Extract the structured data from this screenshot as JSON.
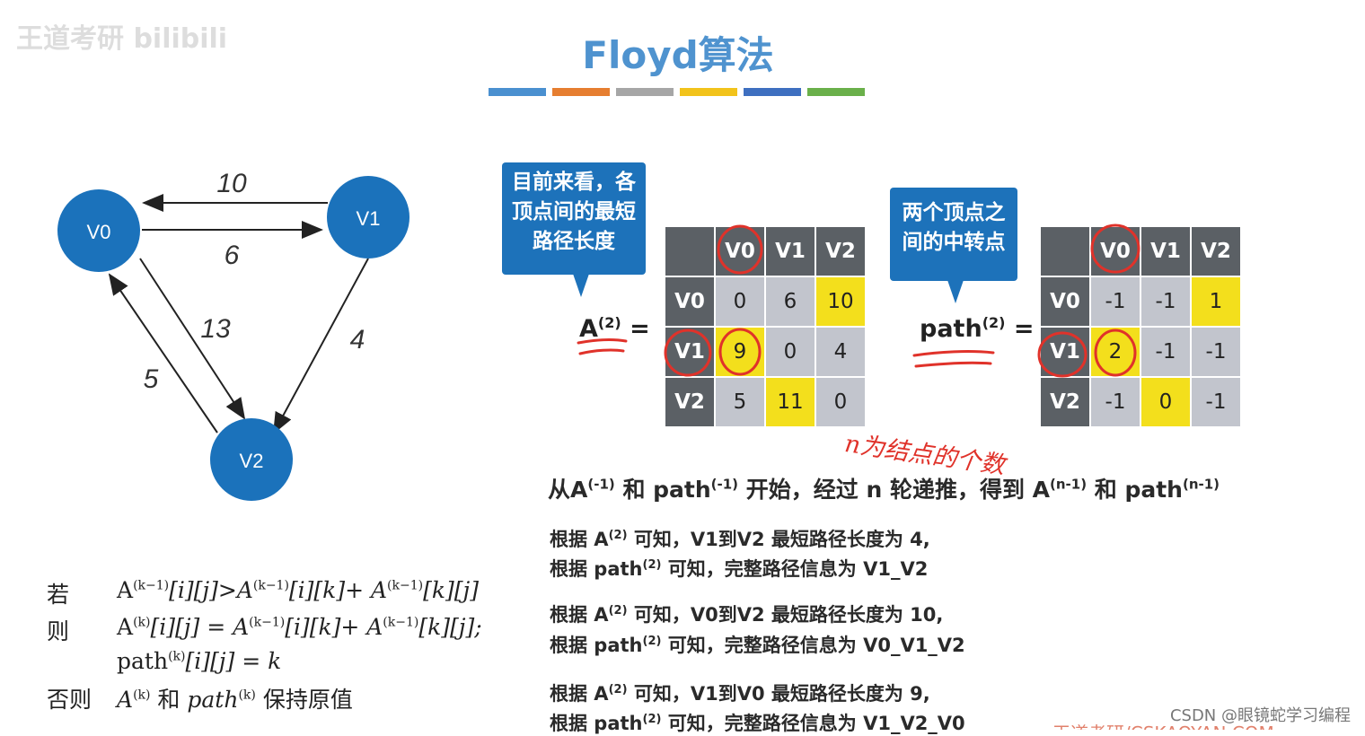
{
  "slide": {
    "title": "Floyd算法",
    "stripe_colors": [
      "#4a90d0",
      "#e67e30",
      "#a6a6a6",
      "#f2c31b",
      "#3e6fc0",
      "#6ab04a"
    ],
    "watermark": "王道考研 bilibili"
  },
  "graph": {
    "nodes": [
      "V0",
      "V1",
      "V2"
    ],
    "edge_weights": {
      "v1_to_v0": "10",
      "v0_to_v1": "6",
      "v0_to_v2": "13",
      "v1_to_v2": "4",
      "v2_to_v0": "5"
    },
    "node_color": "#1b72bb"
  },
  "callouts": {
    "a_matrix": [
      "目前来看，各",
      "顶点间的最短",
      "路径长度"
    ],
    "path_matrix": [
      "两个顶点之",
      "间的中转点"
    ]
  },
  "matrices": {
    "a": {
      "label": "A",
      "superscript": "(2)",
      "equals": "=",
      "headers": [
        "V0",
        "V1",
        "V2"
      ],
      "rows": [
        {
          "label": "V0",
          "values": [
            "0",
            "6",
            "10"
          ]
        },
        {
          "label": "V1",
          "values": [
            "9",
            "0",
            "4"
          ]
        },
        {
          "label": "V2",
          "values": [
            "5",
            "11",
            "0"
          ]
        }
      ]
    },
    "path": {
      "label": "path",
      "superscript": "(2)",
      "equals": "=",
      "headers": [
        "V0",
        "V1",
        "V2"
      ],
      "rows": [
        {
          "label": "V0",
          "values": [
            "-1",
            "-1",
            "1"
          ]
        },
        {
          "label": "V1",
          "values": [
            "2",
            "-1",
            "-1"
          ]
        },
        {
          "label": "V2",
          "values": [
            "-1",
            "0",
            "-1"
          ]
        }
      ]
    }
  },
  "handnote": "n为结点的个数",
  "iteration_text": {
    "p1": "从A",
    "s1": "(-1)",
    "p2": " 和 path",
    "s2": "(-1)",
    "p3": " 开始，经过 n 轮递推，得到 A",
    "s3": "(n-1)",
    "p4": " 和 path",
    "s4": "(n-1)"
  },
  "results": [
    {
      "len_a": "根据 A",
      "len_sup": "(2)",
      "len_b": " 可知，V1到V2 最短路径长度为 4,",
      "path_a": "根据 path",
      "path_sup": "(2)",
      "path_b": "  可知，完整路径信息为 V1_V2"
    },
    {
      "len_a": "根据 A",
      "len_sup": "(2)",
      "len_b": " 可知，V0到V2 最短路径长度为 10,",
      "path_a": "根据 path",
      "path_sup": "(2)",
      "path_b": "  可知，完整路径信息为 V0_V1_V2"
    },
    {
      "len_a": "根据 A",
      "len_sup": "(2)",
      "len_b": " 可知，V1到V0 最短路径长度为 9,",
      "path_a": "根据 path",
      "path_sup": "(2)",
      "path_b": "  可知，完整路径信息为 V1_V2_V0"
    }
  ],
  "formula": {
    "if_label": "若",
    "then_label": "则",
    "else_label": "否则",
    "line1_a": "A",
    "line1_s1": "(k−1)",
    "line1_b": "[i][j]>A",
    "line1_s2": "(k−1)",
    "line1_c": "[i][k]+ A",
    "line1_s3": "(k−1)",
    "line1_d": "[k][j]",
    "line2_a": "A",
    "line2_s1": "(k)",
    "line2_b": "[i][j] = A",
    "line2_s2": "(k−1)",
    "line2_c": "[i][k]+ A",
    "line2_s3": "(k−1)",
    "line2_d": "[k][j];",
    "line3_a": "path",
    "line3_s1": "(k)",
    "line3_b": "[i][j] = k",
    "line4_a": "A",
    "line4_s1": "(k)",
    "line4_b": " 和 ",
    "line4_c": "path",
    "line4_s2": "(k)",
    "line4_d": " 保持原值"
  },
  "footer": {
    "csdn": "CSDN @眼镜蛇学习编程",
    "site": "王道考研/CSKAOYAN.COM"
  }
}
